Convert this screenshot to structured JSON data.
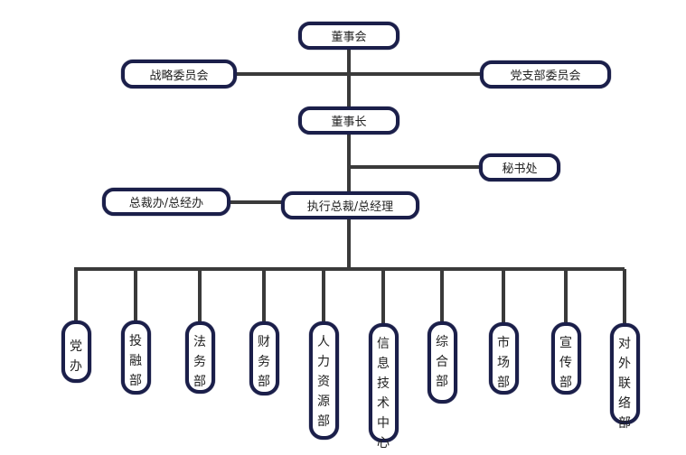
{
  "colors": {
    "box_border": "#1b1f4a",
    "line": "#3a3a3a",
    "text": "#222222"
  },
  "top": {
    "board": "董事会",
    "strategy_committee": "战略委员会",
    "party_committee": "党支部委员会",
    "chairman": "董事长",
    "secretariat": "秘书处",
    "president_office": "总裁办/总经办",
    "ceo": "执行总裁/总经理"
  },
  "departments": [
    {
      "label": "党办"
    },
    {
      "label": "投融部"
    },
    {
      "label": "法务部"
    },
    {
      "label": "财务部"
    },
    {
      "label": "人力资源部"
    },
    {
      "label": "信息技术中心"
    },
    {
      "label": "综合部"
    },
    {
      "label": "市场部"
    },
    {
      "label": "宣传部"
    },
    {
      "label": "对外联络部"
    }
  ]
}
